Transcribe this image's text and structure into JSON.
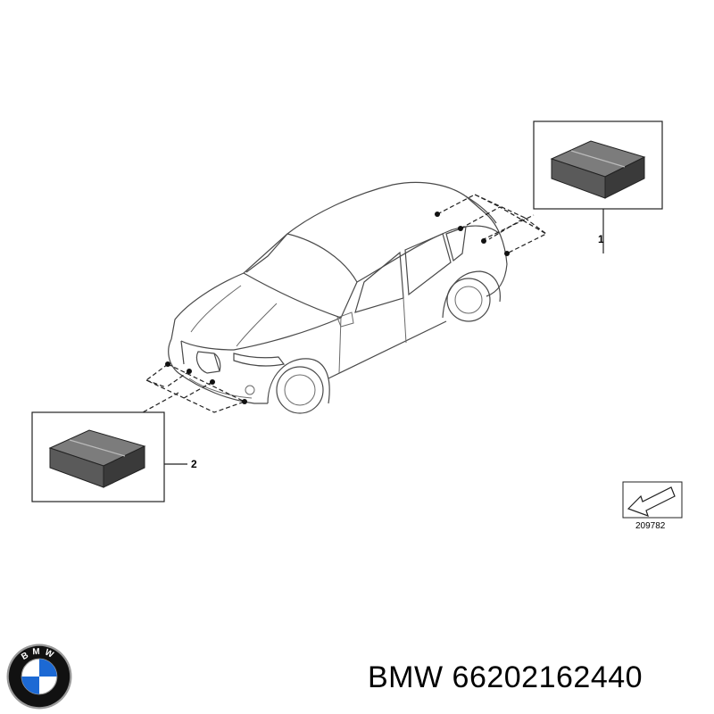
{
  "callouts": {
    "item1": "1",
    "item2": "2"
  },
  "reference_number": "209782",
  "caption": {
    "brand": "BMW",
    "part_number": "66202162440"
  },
  "logo": {
    "name": "bmw-roundel",
    "letters": "BMW",
    "colors": {
      "blue": "#1c69d4",
      "black": "#111111",
      "white": "#ffffff",
      "ring": "#9a9a9a"
    }
  }
}
